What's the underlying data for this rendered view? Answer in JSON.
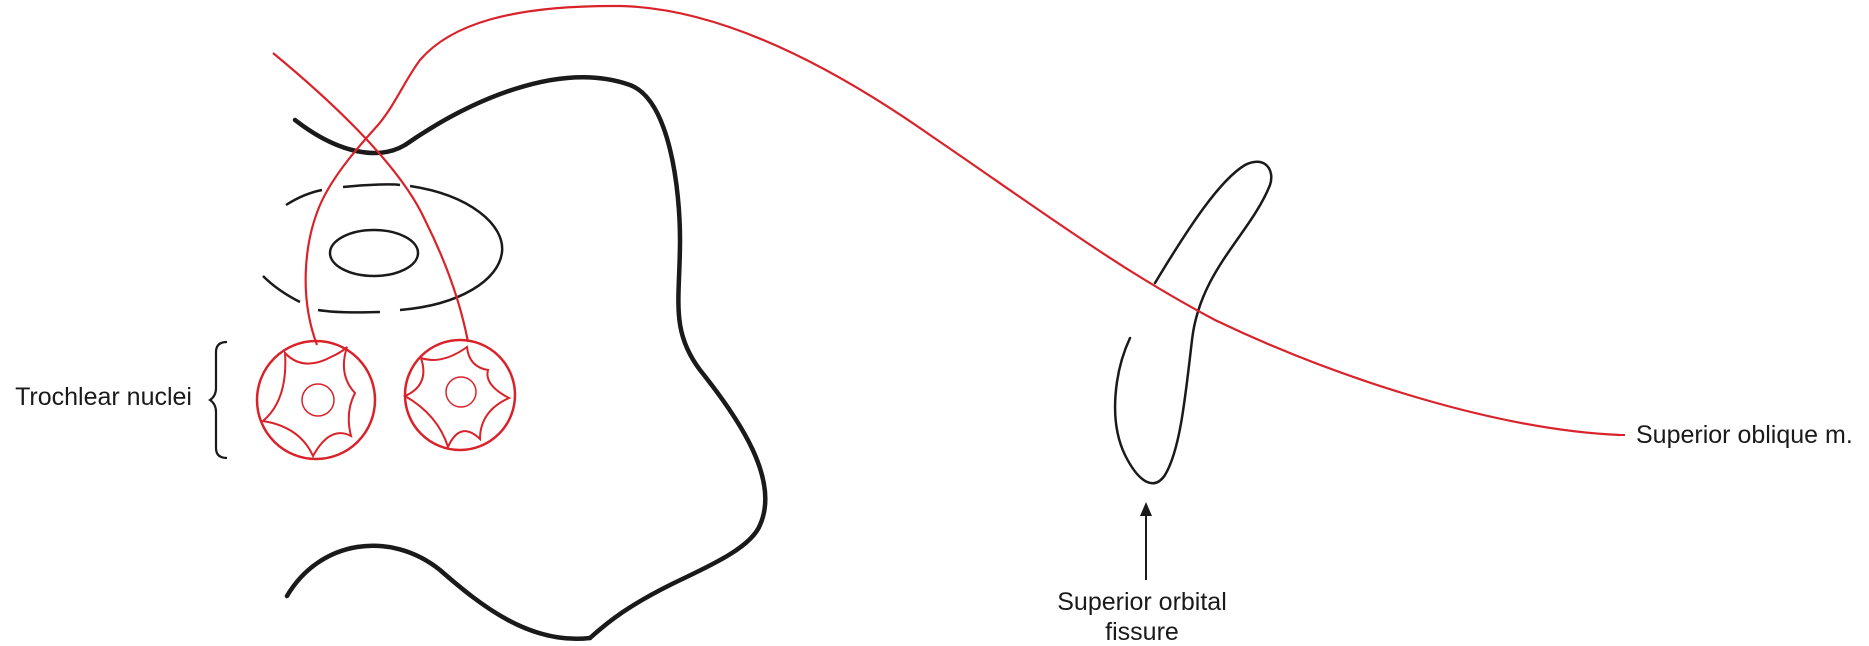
{
  "labels": {
    "trochlear_nuclei": "Trochlear nuclei",
    "superior_oblique": "Superior oblique m.",
    "superior_orbital_line1": "Superior orbital",
    "superior_orbital_line2": "fissure"
  },
  "colors": {
    "nerve": "#d9232a",
    "outline": "#1a1a1a",
    "text": "#1a1a1a"
  }
}
